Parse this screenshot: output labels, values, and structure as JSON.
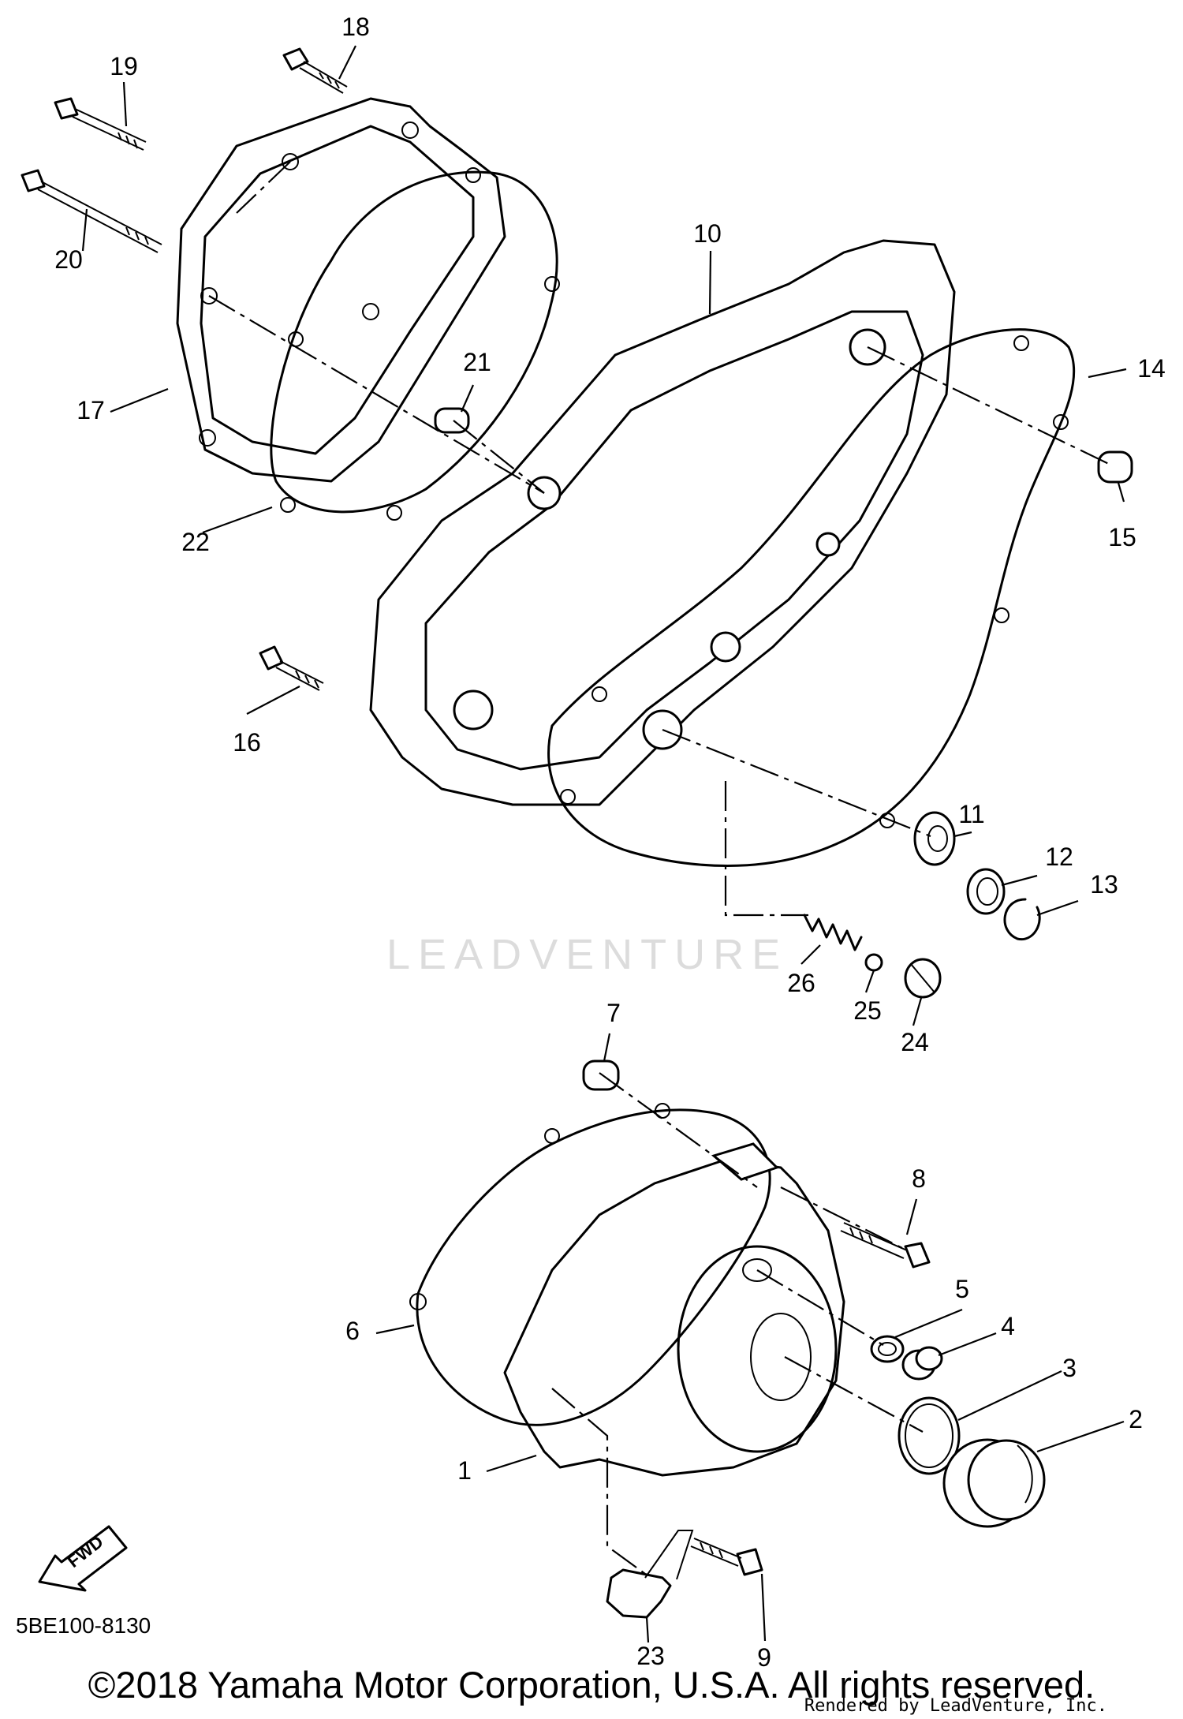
{
  "diagram": {
    "part_code": "5BE100-8130",
    "fwd_label": "FWD",
    "watermark": "LEADVENTURE",
    "copyright": "©2018 Yamaha Motor Corporation, U.S.A. All rights reserved.",
    "rendered_by": "Rendered by LeadVenture, Inc.",
    "callouts": [
      "1",
      "2",
      "3",
      "4",
      "5",
      "6",
      "7",
      "8",
      "9",
      "10",
      "11",
      "12",
      "13",
      "14",
      "15",
      "16",
      "17",
      "18",
      "19",
      "20",
      "21",
      "22",
      "23",
      "24",
      "25",
      "26"
    ]
  }
}
